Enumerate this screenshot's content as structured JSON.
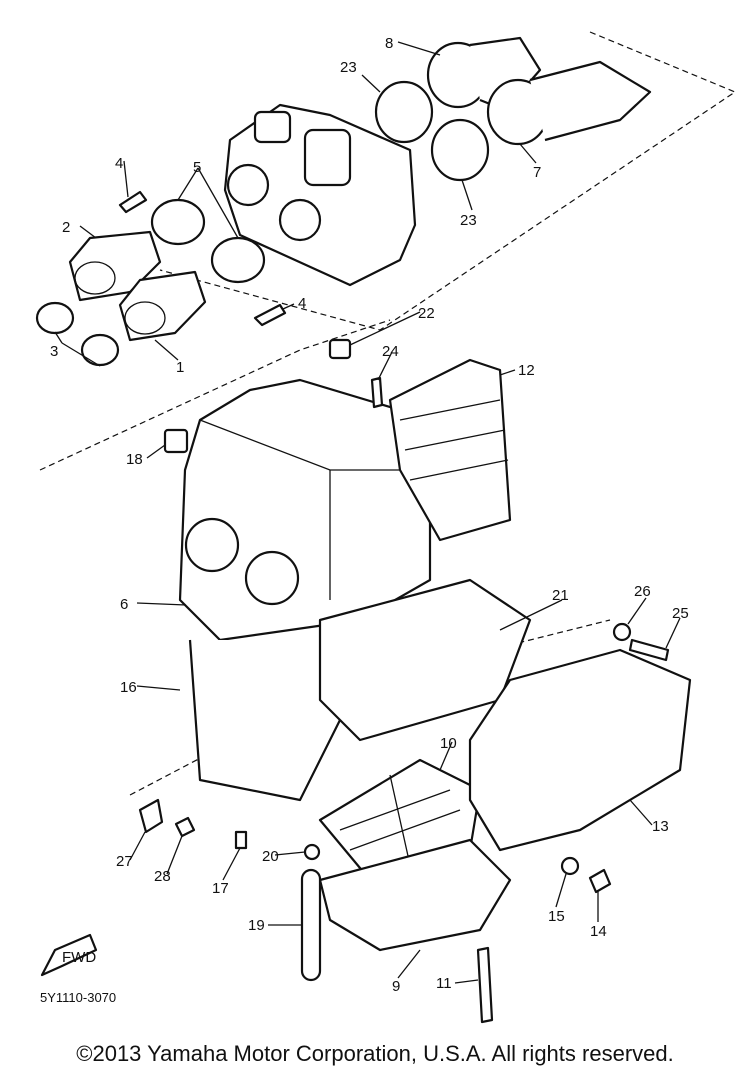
{
  "diagram": {
    "labels": {
      "p1": "1",
      "p2": "2",
      "p3": "3",
      "p4a": "4",
      "p4b": "4",
      "p5": "5",
      "p6": "6",
      "p7": "7",
      "p8": "8",
      "p9": "9",
      "p10": "10",
      "p11": "11",
      "p12": "12",
      "p13": "13",
      "p14": "14",
      "p15": "15",
      "p16": "16",
      "p17": "17",
      "p18": "18",
      "p19": "19",
      "p20": "20",
      "p21": "21",
      "p22": "22",
      "p23a": "23",
      "p23b": "23",
      "p24": "24",
      "p25": "25",
      "p26": "26",
      "p27": "27",
      "p28": "28"
    },
    "fwd_label": "FWD",
    "drawing_code": "5Y1110-3070"
  },
  "footer": {
    "copyright": "©2013 Yamaha Motor Corporation, U.S.A. All rights reserved."
  }
}
